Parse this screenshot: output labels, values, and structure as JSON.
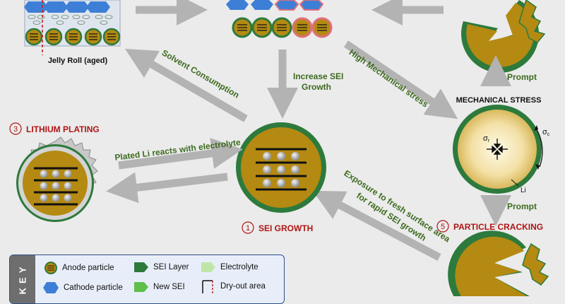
{
  "labels": {
    "jelly_roll": "Jelly Roll (aged)",
    "solvent_consumption": "Solvent Consumption",
    "increase_sei_line1": "Increase SEI",
    "increase_sei_line2": "Growth",
    "high_mech_stress": "High Mechanical stress",
    "prompt_top": "Prompt",
    "mechanical_stress": "MECHANICAL STRESS",
    "sigma_r": "σ",
    "sigma_r_sub": "r",
    "sigma_c": "σ",
    "sigma_c_sub": "c",
    "li": "Li",
    "prompt_bottom": "Prompt",
    "lithium_plating_num": "3",
    "lithium_plating": "LITHIUM PLATING",
    "plated_li": "Plated Li reacts with electrolyte",
    "exposure_line1": "Exposure to fresh surface area",
    "exposure_line2": "for rapid SEI growth",
    "sei_growth_num": "1",
    "sei_growth": "SEI GROWTH",
    "particle_cracking_num": "5",
    "particle_cracking": "PARTICLE CRACKING"
  },
  "key": {
    "title": "KEY",
    "items": [
      {
        "label": "Anode particle",
        "icon": "anode-particle-icon"
      },
      {
        "label": "SEI Layer",
        "icon": "sei-layer-icon"
      },
      {
        "label": "Electrolyte",
        "icon": "electrolyte-icon"
      },
      {
        "label": "Cathode particle",
        "icon": "cathode-particle-icon"
      },
      {
        "label": "New SEI",
        "icon": "new-sei-icon"
      },
      {
        "label": "Dry-out area",
        "icon": "dry-out-area-icon"
      }
    ]
  },
  "colors": {
    "anode": "#b48a12",
    "sei": "#2d7a3c",
    "cathode": "#3d7fd6",
    "new_sei": "#5fbf4a",
    "electrolyte": "#bfe6a8",
    "arrow": "#b3b3b3",
    "label_green": "#3d6b1f",
    "label_red": "#b01515",
    "key_border": "#2d4f8b"
  }
}
